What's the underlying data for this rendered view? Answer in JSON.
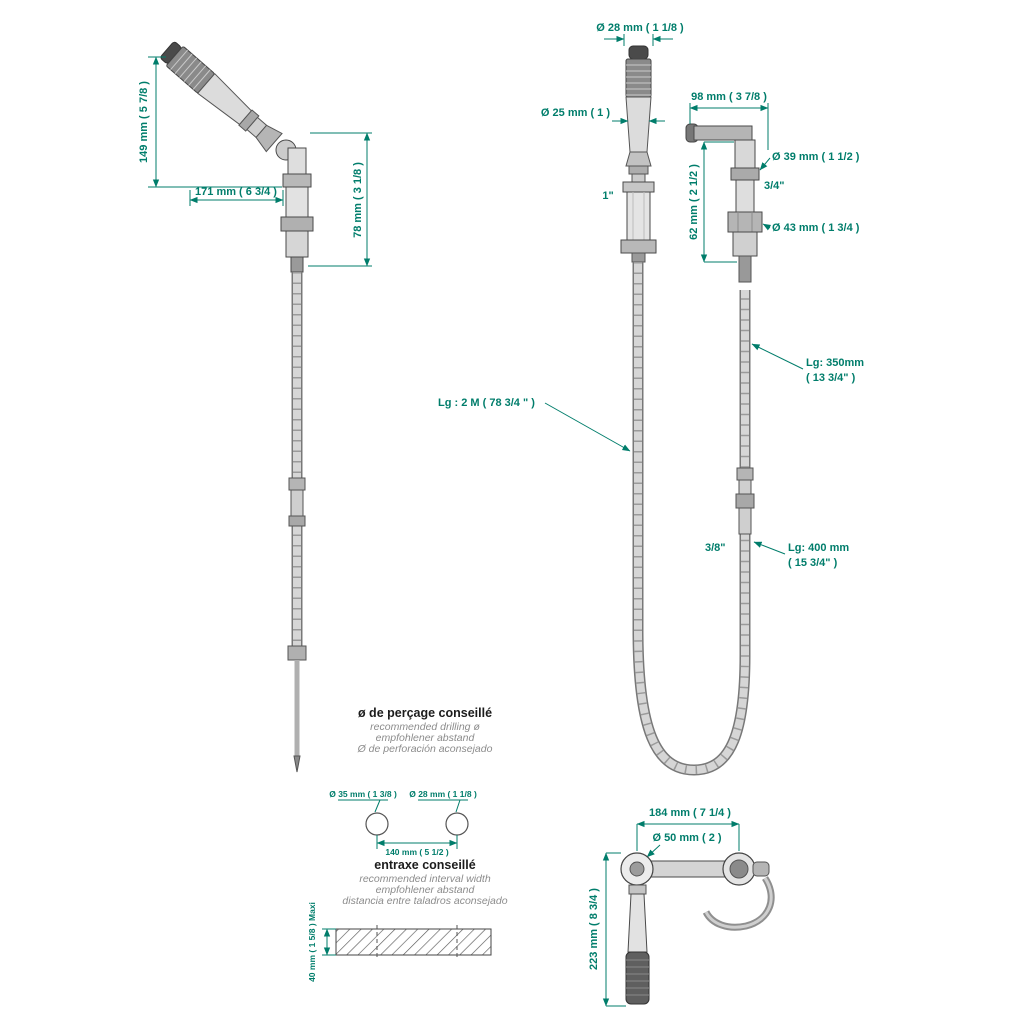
{
  "colors": {
    "dimension_teal": "#007d6b",
    "note_gray": "#8c8c8c",
    "line_dark": "#3d3d3d",
    "background": "#ffffff"
  },
  "side_view": {
    "dim_height": "149 mm ( 5 7/8 )",
    "dim_reach": "171 mm ( 6 3/4 )",
    "dim_body_height": "78 mm ( 3 1/8 )"
  },
  "front_view": {
    "dim_head_diameter": "Ø 28 mm ( 1 1/8 )",
    "dim_handle_diameter": "Ø 25 mm ( 1 )",
    "thread_size": "1\"",
    "hose_length": "Lg : 2 M ( 78 3/4 \" )"
  },
  "spout_view": {
    "dim_spout_reach": "98 mm ( 3 7/8 )",
    "dim_spout_diameter": "Ø 39 mm ( 1 1/2 )",
    "thread_size": "3/4\"",
    "dim_body_height": "62 mm ( 2 1/2 )",
    "dim_base_diameter": "Ø 43 mm ( 1 3/4 )",
    "hose_upper_length_line1": "Lg: 350mm",
    "hose_upper_length_line2": "( 13 3/4\" )",
    "thread_size_bottom": "3/8\"",
    "hose_lower_length_line1": "Lg: 400 mm",
    "hose_lower_length_line2": "( 15 3/4\" )"
  },
  "drilling_note": {
    "title": "ø de perçage conseillé",
    "subtitle_en": "recommended drilling ø",
    "subtitle_de": "empfohlener abstand",
    "subtitle_es": "Ø de perforación aconsejado",
    "hole_left_diameter": "Ø 35 mm ( 1 3/8 )",
    "hole_right_diameter": "Ø 28 mm ( 1 1/8 )",
    "interval": "140 mm ( 5 1/2 )"
  },
  "spacing_note": {
    "title": "entraxe conseillé",
    "subtitle_en": "recommended interval width",
    "subtitle_de": "empfohlener abstand",
    "subtitle_es": "distancia entre taladros aconsejado",
    "deck_thickness": "40 mm ( 1 5/8 )  Maxi"
  },
  "installed_view": {
    "dim_width": "184 mm ( 7 1/4 )",
    "dim_escutcheon_diameter": "Ø 50 mm ( 2 )",
    "dim_height": "223 mm ( 8 3/4 )"
  }
}
